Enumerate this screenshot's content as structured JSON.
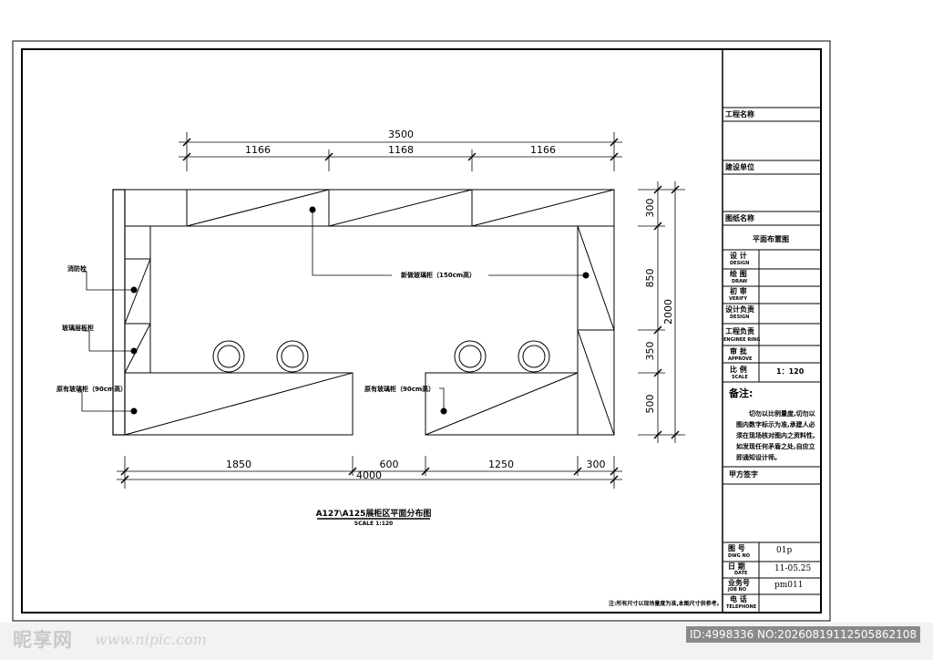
{
  "drawing": {
    "title": "A127\\A125展柜区平面分布图",
    "scale": "SCALE 1:120",
    "footnote": "注:所有尺寸以现场量度为准,本图尺寸供参考。"
  },
  "dimensions": {
    "top_total": "3500",
    "top_seg1": "1166",
    "top_seg2": "1168",
    "top_seg3": "1166",
    "right_seg1": "300",
    "right_seg2": "850",
    "right_seg3": "350",
    "right_seg4": "500",
    "right_total": "2000",
    "bottom_seg1": "1850",
    "bottom_seg2": "600",
    "bottom_seg3": "1250",
    "bottom_seg4": "300",
    "bottom_total": "4000"
  },
  "labels": {
    "fire_hydrant": "消防栓",
    "glass_shelf": "玻璃层板柜",
    "new_glass_cabinet": "新做玻璃柜（150cm高）",
    "existing_glass_left": "原有玻璃柜（90cm高）",
    "existing_glass_right": "原有玻璃柜（90cm高）"
  },
  "title_block": {
    "project_name_label": "工程名称",
    "client_label": "建设单位",
    "drawing_name_label": "图纸名称",
    "drawing_name_value": "平面布置图",
    "design_label": "设  计",
    "design_en": "DESIGN",
    "draw_label": "绘  图",
    "draw_en": "DRAW",
    "verify_label": "初  审",
    "verify_en": "VERIFY",
    "design_lead_label": "设计负责",
    "design_lead_en": "DESIGN",
    "engineering_lead_label": "工程负责",
    "engineering_lead_en": "ENGINEE  RING",
    "approve_label": "审  批",
    "approve_en": "APPROVE",
    "scale_label": "比  例",
    "scale_en": "SCALE",
    "scale_value": "1：120",
    "notes_label": "备注:",
    "notes_text": "切勿以比例量度,切勿以图内数字标示为准,承建人必须在现场核对图内之资料性,如发现任何矛盾之处,自应立即通知设计师。",
    "party_a_sign_label": "甲方签字",
    "dwg_no_label": "图  号",
    "dwg_no_en": "DWG  NO",
    "dwg_no_value": "01p",
    "date_label": "日  期",
    "date_en": "DATE",
    "date_value": "11-05.25",
    "job_no_label": "业务号",
    "job_no_en": "JOB  NO",
    "job_no_value": "pm011",
    "telephone_label": "电  话",
    "telephone_en": "TELEPHONE"
  },
  "watermark": {
    "logo": "昵享网",
    "url": "www.nipic.com",
    "id_text": "ID:4998336 NO:20260819112505862108"
  }
}
